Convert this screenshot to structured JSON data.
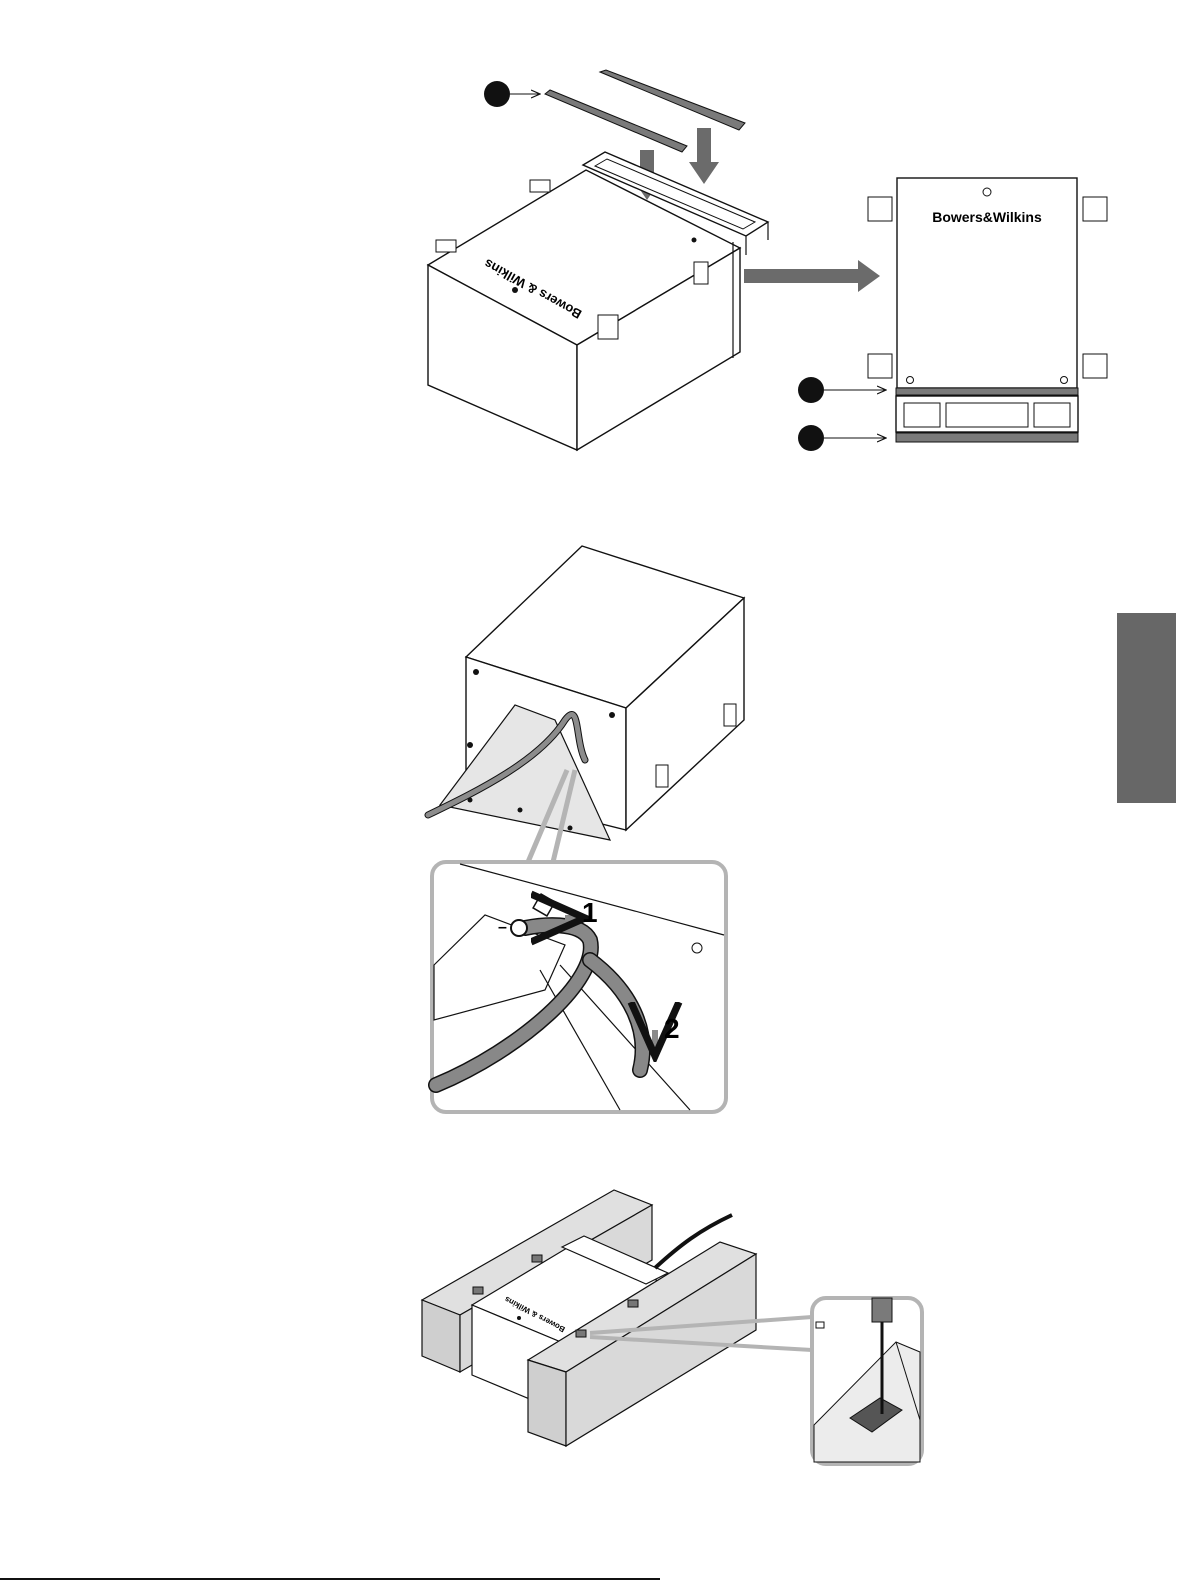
{
  "brand": {
    "logo_text": "Bowers&Wilkins",
    "logo_text_top": "Bowers & Wilkins"
  },
  "callouts": {
    "step_1": "1",
    "step_2": "2",
    "minus_sign": "–"
  },
  "colors": {
    "line": "#111111",
    "grey_fill": "#7a7a7a",
    "light_grey": "#b4b4b4",
    "beam_fill": "#d9d9d9",
    "tab": "#676767"
  },
  "icons": [
    "callout-dot-icon",
    "down-arrow-icon",
    "right-arrow-icon",
    "screwdriver-icon",
    "cable-icon"
  ]
}
